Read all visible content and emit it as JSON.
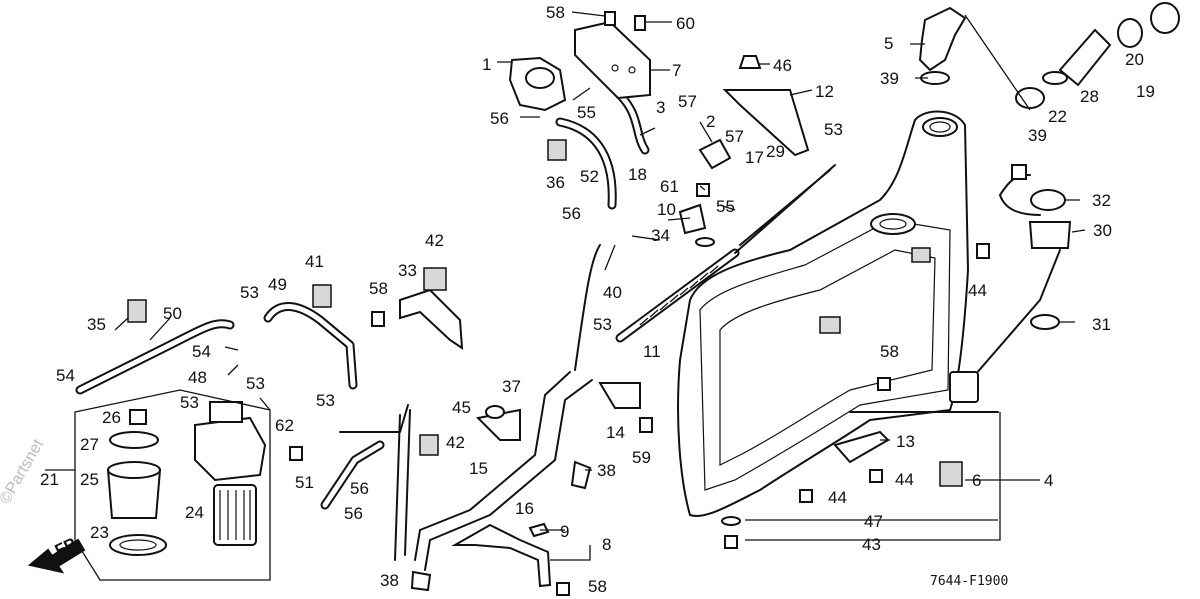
{
  "diagram_code": "7644-F1900",
  "direction_label": "FR.",
  "watermark": "©Partsnet",
  "labels": [
    {
      "id": "58a",
      "text": "58"
    },
    {
      "id": "60",
      "text": "60"
    },
    {
      "id": "1",
      "text": "1"
    },
    {
      "id": "7",
      "text": "7"
    },
    {
      "id": "55a",
      "text": "55"
    },
    {
      "id": "3",
      "text": "3"
    },
    {
      "id": "56a",
      "text": "56"
    },
    {
      "id": "18",
      "text": "18"
    },
    {
      "id": "36",
      "text": "36"
    },
    {
      "id": "52",
      "text": "52"
    },
    {
      "id": "56b",
      "text": "56"
    },
    {
      "id": "46",
      "text": "46"
    },
    {
      "id": "12",
      "text": "12"
    },
    {
      "id": "57a",
      "text": "57"
    },
    {
      "id": "2",
      "text": "2"
    },
    {
      "id": "57b",
      "text": "57"
    },
    {
      "id": "17",
      "text": "17"
    },
    {
      "id": "29",
      "text": "29"
    },
    {
      "id": "61",
      "text": "61"
    },
    {
      "id": "10",
      "text": "10"
    },
    {
      "id": "55b",
      "text": "55"
    },
    {
      "id": "34",
      "text": "34"
    },
    {
      "id": "40",
      "text": "40"
    },
    {
      "id": "53a",
      "text": "53"
    },
    {
      "id": "5",
      "text": "5"
    },
    {
      "id": "39a",
      "text": "39"
    },
    {
      "id": "39b",
      "text": "39"
    },
    {
      "id": "22",
      "text": "22"
    },
    {
      "id": "28",
      "text": "28"
    },
    {
      "id": "20",
      "text": "20"
    },
    {
      "id": "19",
      "text": "19"
    },
    {
      "id": "32",
      "text": "32"
    },
    {
      "id": "30",
      "text": "30"
    },
    {
      "id": "44a",
      "text": "44"
    },
    {
      "id": "31",
      "text": "31"
    },
    {
      "id": "42a",
      "text": "42"
    },
    {
      "id": "41",
      "text": "41"
    },
    {
      "id": "33",
      "text": "33"
    },
    {
      "id": "58b",
      "text": "58"
    },
    {
      "id": "49",
      "text": "49"
    },
    {
      "id": "53b",
      "text": "53"
    },
    {
      "id": "35",
      "text": "35"
    },
    {
      "id": "50",
      "text": "50"
    },
    {
      "id": "54a",
      "text": "54"
    },
    {
      "id": "54b",
      "text": "54"
    },
    {
      "id": "48",
      "text": "48"
    },
    {
      "id": "53c",
      "text": "53"
    },
    {
      "id": "53d",
      "text": "53"
    },
    {
      "id": "53e",
      "text": "53"
    },
    {
      "id": "26",
      "text": "26"
    },
    {
      "id": "27",
      "text": "27"
    },
    {
      "id": "21",
      "text": "21"
    },
    {
      "id": "25",
      "text": "25"
    },
    {
      "id": "24",
      "text": "24"
    },
    {
      "id": "23",
      "text": "23"
    },
    {
      "id": "62",
      "text": "62"
    },
    {
      "id": "51",
      "text": "51"
    },
    {
      "id": "56c",
      "text": "56"
    },
    {
      "id": "56d",
      "text": "56"
    },
    {
      "id": "42b",
      "text": "42"
    },
    {
      "id": "45",
      "text": "45"
    },
    {
      "id": "37",
      "text": "37"
    },
    {
      "id": "15",
      "text": "15"
    },
    {
      "id": "16",
      "text": "16"
    },
    {
      "id": "53f",
      "text": "53"
    },
    {
      "id": "11",
      "text": "11"
    },
    {
      "id": "14",
      "text": "14"
    },
    {
      "id": "59",
      "text": "59"
    },
    {
      "id": "38a",
      "text": "38"
    },
    {
      "id": "38b",
      "text": "38"
    },
    {
      "id": "9",
      "text": "9"
    },
    {
      "id": "8",
      "text": "8"
    },
    {
      "id": "58c",
      "text": "58"
    },
    {
      "id": "58d",
      "text": "58"
    },
    {
      "id": "13",
      "text": "13"
    },
    {
      "id": "44b",
      "text": "44"
    },
    {
      "id": "44c",
      "text": "44"
    },
    {
      "id": "6",
      "text": "6"
    },
    {
      "id": "4",
      "text": "4"
    },
    {
      "id": "47",
      "text": "47"
    },
    {
      "id": "43",
      "text": "43"
    }
  ]
}
